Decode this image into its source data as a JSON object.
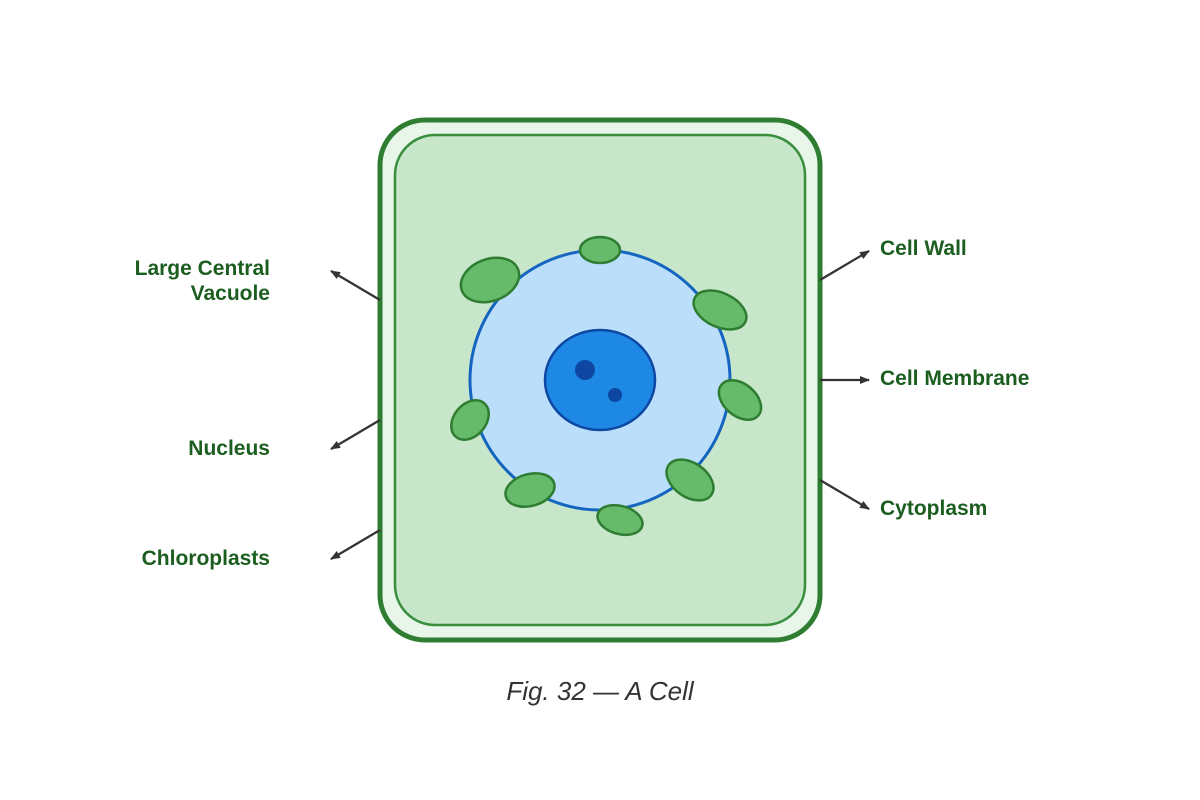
{
  "colors": {
    "wall_stroke": "#2e7d32",
    "wall_fill": "#e8f5e9",
    "membrane_stroke": "#388e3c",
    "cytoplasm_fill": "#c8e6c9",
    "vacuole_fill": "#bbdefb",
    "vacuole_stroke": "#1565c0",
    "nucleus_fill": "#1e88e5",
    "nucleus_stroke": "#0d47a1",
    "nucleolus_fill": "#0d47a1",
    "chloroplast_fill": "#66bb6a",
    "chloroplast_stroke": "#2e7d32",
    "label_text": "#1b5e20",
    "arrow": "#333333",
    "caption_text": "#333333"
  },
  "labels": {
    "vacuole_line1": "Large Central",
    "vacuole_line2": "Vacuole",
    "nucleus": "Nucleus",
    "chloroplasts": "Chloroplasts",
    "cell_wall": "Cell Wall",
    "cell_membrane": "Cell Membrane",
    "cytoplasm": "Cytoplasm"
  },
  "caption": "Fig. 32 — A Cell"
}
